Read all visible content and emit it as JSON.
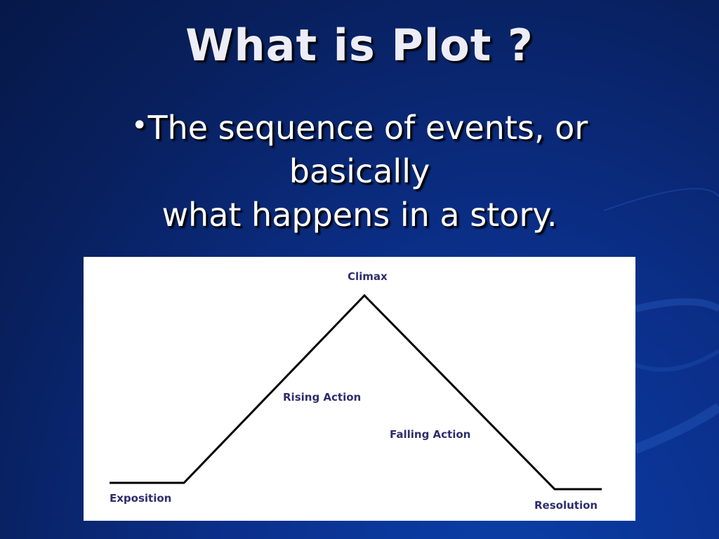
{
  "slide": {
    "title": "What is Plot ?",
    "bullet_marker": "•",
    "bullet_lines": [
      "The sequence of events, or",
      "basically",
      "what happens in a story."
    ]
  },
  "diagram": {
    "labels": {
      "climax": "Climax",
      "rising_action": "Rising Action",
      "falling_action": "Falling Action",
      "exposition": "Exposition",
      "resolution": "Resolution"
    },
    "colors": {
      "line": "#000000",
      "label": "#2d2e6e",
      "panel": "#ffffff"
    }
  }
}
